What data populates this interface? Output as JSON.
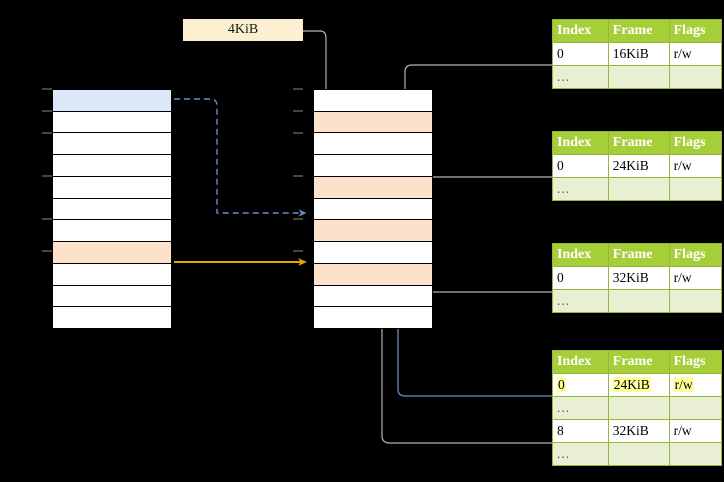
{
  "diagram": {
    "title_label": "4KiB",
    "colors": {
      "header_green": "#a6ce39",
      "ellipsis_row": "#e9efd2",
      "peach_cell": "#fde2cb",
      "blue_cell": "#dbe8f9",
      "highlight_yellow": "#ffff99",
      "orange_arrow": "#e8a400",
      "blue_arrow": "#6b8cc4",
      "gray_arrow": "#b3b3b3",
      "background": "#000000"
    }
  },
  "virtual_column": {
    "name": "left-memory-column",
    "cell_count": 11,
    "cells": [
      {
        "index": 0,
        "fill": "blue"
      },
      {
        "index": 1,
        "fill": "white"
      },
      {
        "index": 2,
        "fill": "white"
      },
      {
        "index": 3,
        "fill": "white"
      },
      {
        "index": 4,
        "fill": "white"
      },
      {
        "index": 5,
        "fill": "white"
      },
      {
        "index": 6,
        "fill": "white"
      },
      {
        "index": 7,
        "fill": "peach"
      },
      {
        "index": 8,
        "fill": "white"
      },
      {
        "index": 9,
        "fill": "white"
      },
      {
        "index": 10,
        "fill": "white"
      }
    ]
  },
  "physical_column": {
    "name": "middle-memory-column",
    "cell_count": 11,
    "cells": [
      {
        "index": 0,
        "fill": "white"
      },
      {
        "index": 1,
        "fill": "peach"
      },
      {
        "index": 2,
        "fill": "white"
      },
      {
        "index": 3,
        "fill": "white"
      },
      {
        "index": 4,
        "fill": "peach"
      },
      {
        "index": 5,
        "fill": "white"
      },
      {
        "index": 6,
        "fill": "peach"
      },
      {
        "index": 7,
        "fill": "white"
      },
      {
        "index": 8,
        "fill": "peach"
      },
      {
        "index": 9,
        "fill": "white"
      },
      {
        "index": 10,
        "fill": "white"
      }
    ]
  },
  "tables": [
    {
      "name": "page-table-1",
      "columns": [
        "Index",
        "Frame",
        "Flags"
      ],
      "rows": [
        {
          "type": "data",
          "cells": [
            "0",
            "16KiB",
            "r/w"
          ],
          "highlight": [
            false,
            false,
            false
          ]
        },
        {
          "type": "ellipsis",
          "cells": [
            "...",
            "",
            ""
          ],
          "highlight": [
            false,
            false,
            false
          ]
        }
      ]
    },
    {
      "name": "page-table-2",
      "columns": [
        "Index",
        "Frame",
        "Flags"
      ],
      "rows": [
        {
          "type": "data",
          "cells": [
            "0",
            "24KiB",
            "r/w"
          ],
          "highlight": [
            false,
            false,
            false
          ]
        },
        {
          "type": "ellipsis",
          "cells": [
            "...",
            "",
            ""
          ],
          "highlight": [
            false,
            false,
            false
          ]
        }
      ]
    },
    {
      "name": "page-table-3",
      "columns": [
        "Index",
        "Frame",
        "Flags"
      ],
      "rows": [
        {
          "type": "data",
          "cells": [
            "0",
            "32KiB",
            "r/w"
          ],
          "highlight": [
            false,
            false,
            false
          ]
        },
        {
          "type": "ellipsis",
          "cells": [
            "...",
            "",
            ""
          ],
          "highlight": [
            false,
            false,
            false
          ]
        }
      ]
    },
    {
      "name": "page-table-4",
      "columns": [
        "Index",
        "Frame",
        "Flags"
      ],
      "rows": [
        {
          "type": "data",
          "cells": [
            "0",
            "24KiB",
            "r/w"
          ],
          "highlight": [
            true,
            true,
            true
          ]
        },
        {
          "type": "ellipsis",
          "cells": [
            "...",
            "",
            ""
          ],
          "highlight": [
            false,
            false,
            false
          ]
        },
        {
          "type": "data",
          "cells": [
            "8",
            "32KiB",
            "r/w"
          ],
          "highlight": [
            false,
            false,
            false
          ]
        },
        {
          "type": "ellipsis",
          "cells": [
            "...",
            "",
            ""
          ],
          "highlight": [
            false,
            false,
            false
          ]
        }
      ]
    }
  ],
  "connectors": [
    {
      "name": "size-label-to-physical",
      "style": "solid-gray"
    },
    {
      "name": "virtual-blue-to-physical",
      "style": "dashed-blue"
    },
    {
      "name": "virtual-peach-to-physical",
      "style": "solid-orange"
    },
    {
      "name": "table1-to-physical",
      "style": "solid-gray"
    },
    {
      "name": "table2-to-physical",
      "style": "solid-gray"
    },
    {
      "name": "table3-to-physical",
      "style": "solid-gray"
    },
    {
      "name": "table4-row0-to-physical",
      "style": "solid-blue"
    },
    {
      "name": "table4-row8-to-physical",
      "style": "solid-gray"
    }
  ]
}
